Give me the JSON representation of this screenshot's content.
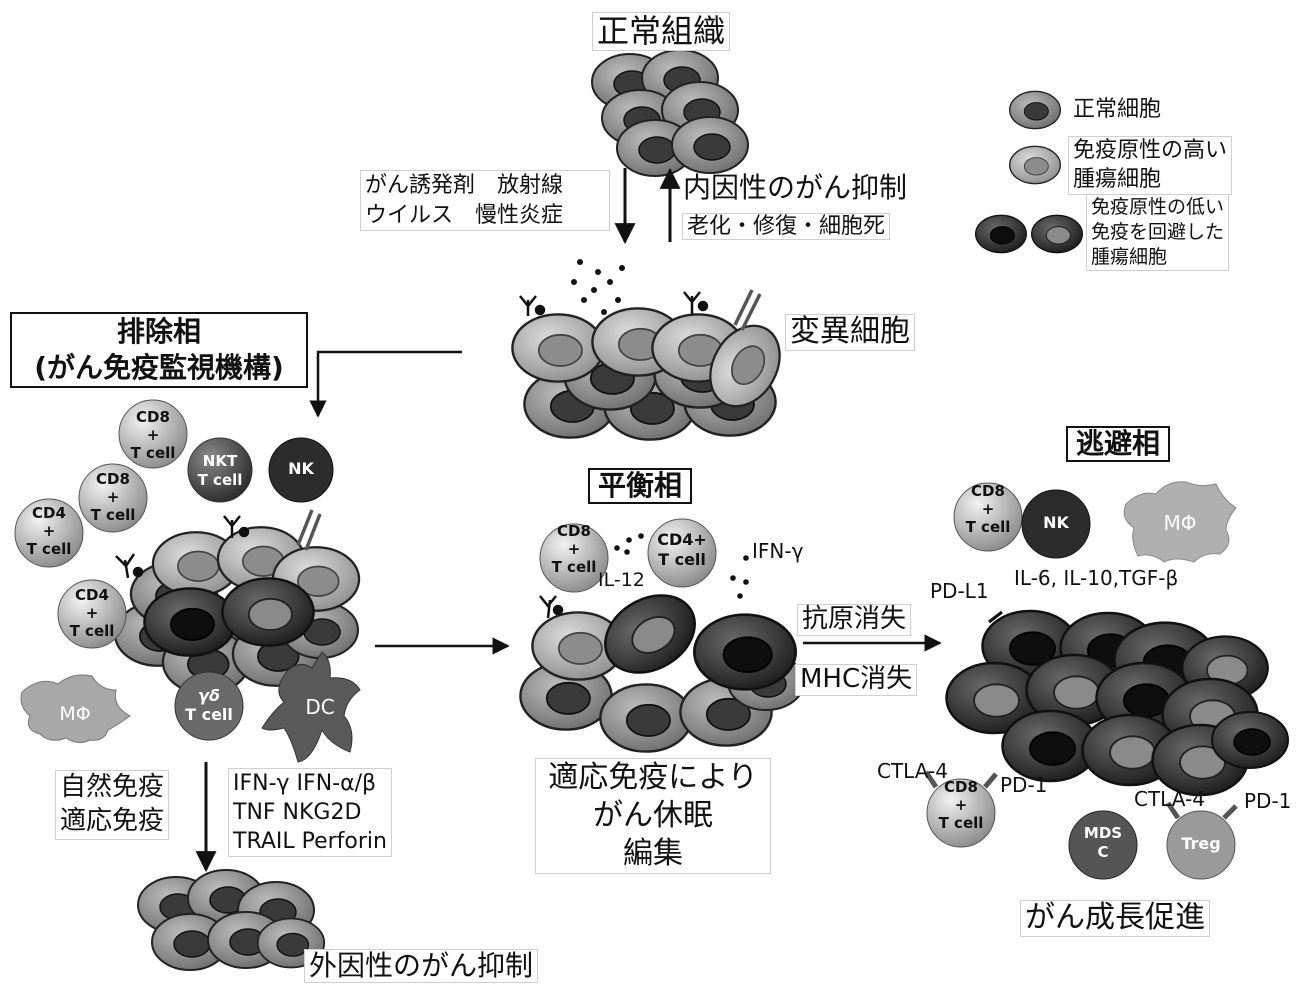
{
  "top": {
    "normal_tissue": "正常組織",
    "carcinogens": [
      "がん誘発剤　放射線",
      "ウイルス　慢性炎症"
    ],
    "intrinsic_title": "内因性のがん抑制",
    "intrinsic_detail": "老化・修復・細胞死",
    "mutant_cells": "変異細胞"
  },
  "legend": {
    "normal_cell": "正常細胞",
    "high_immunogenic": [
      "免疫原性の高い",
      "腫瘍細胞"
    ],
    "low_immunogenic": [
      "免疫原性の低い",
      "免疫を回避した",
      "腫瘍細胞"
    ]
  },
  "elimination": {
    "title": [
      "排除相",
      "(がん免疫監視機構)"
    ],
    "cells": {
      "cd8a": [
        "CD8",
        "+",
        "T cell"
      ],
      "cd8b": [
        "CD8",
        "+",
        "T cell"
      ],
      "cd4a": [
        "CD4",
        "+",
        "T cell"
      ],
      "cd4b": [
        "CD4",
        "+",
        "T cell"
      ],
      "nkt": [
        "NKT",
        "T cell"
      ],
      "nk": "NK",
      "gd": [
        "γδ",
        "T cell"
      ],
      "dc": "DC",
      "mphi": "MΦ"
    },
    "immunity": [
      "自然免疫",
      "適応免疫"
    ],
    "mediators": [
      "IFN-γ IFN-α/β",
      "TNF NKG2D",
      "TRAIL Perforin"
    ],
    "extrinsic": "外因性のがん抑制"
  },
  "equilibrium": {
    "title": "平衡相",
    "cd8": [
      "CD8",
      "+",
      "T cell"
    ],
    "cd4": [
      "CD4+",
      "T cell"
    ],
    "il12": "IL-12",
    "ifn": "IFN-γ",
    "caption": [
      "適応免疫により",
      "がん休眠",
      "編集"
    ]
  },
  "transition": {
    "antigen_loss": "抗原消失",
    "mhc_loss": "MHC消失"
  },
  "escape": {
    "title": "逃避相",
    "cd8": [
      "CD8",
      "+",
      "T cell"
    ],
    "nk": "NK",
    "mphi": "MΦ",
    "cytokines": "IL-6, IL-10,TGF-β",
    "pdl1": "PD-L1",
    "ctla4_a": "CTLA-4",
    "pd1_a": "PD-1",
    "cd8b": [
      "CD8",
      "+",
      "T cell"
    ],
    "ctla4_b": "CTLA-4",
    "pd1_b": "PD-1",
    "mdsc": [
      "MDS",
      "C"
    ],
    "treg": "Treg",
    "caption": "がん成長促進"
  },
  "colors": {
    "cell_outer": "#8a8a8a",
    "cell_inner": "#3a3a3a",
    "light_outer": "#b3b3b3",
    "light_inner": "#8c8c8c",
    "dark_outer": "#3d3d3d",
    "dark_inner": "#0e0e0e",
    "immune_light": "#b8b8b8",
    "immune_dark": "#505050"
  }
}
